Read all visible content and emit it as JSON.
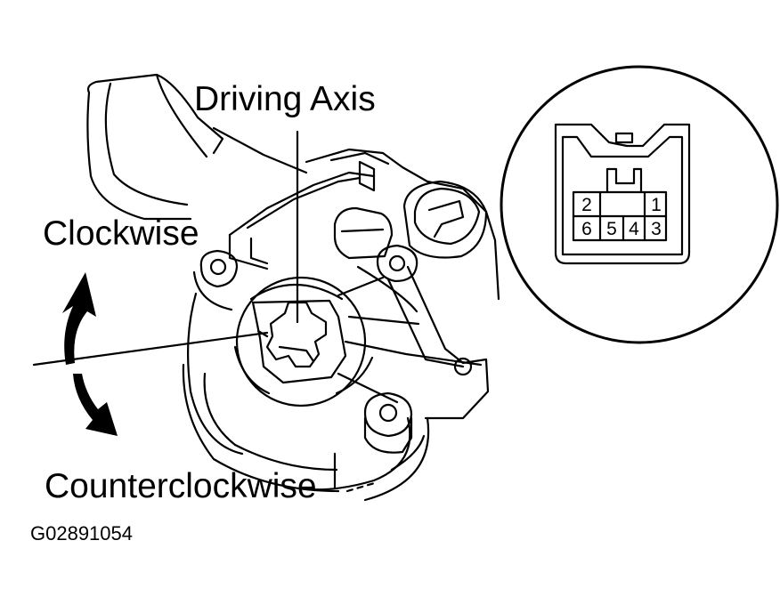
{
  "labels": {
    "driving_axis": "Driving Axis",
    "clockwise": "Clockwise",
    "counterclockwise": "Counterclockwise",
    "figure_id": "G02891054"
  },
  "connector": {
    "pins": [
      "2",
      "1",
      "6",
      "5",
      "4",
      "3"
    ]
  },
  "colors": {
    "line": "#000000",
    "background": "#ffffff"
  }
}
